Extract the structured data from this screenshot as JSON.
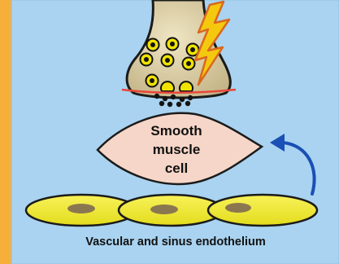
{
  "diagram": {
    "cell_label_lines": [
      "Smooth",
      "muscle",
      "cell"
    ],
    "endothelium_label": "Vascular and sinus endothelium"
  },
  "colors": {
    "frame": "#f6b03a",
    "panel": "#a9d3f0",
    "nerve_terminal": "#ddd0a3",
    "vesicle_fill": "#f0e300",
    "vesicle_core": "#141414",
    "membrane": "#e8473a",
    "smooth_muscle_cell": "#f6d6c8",
    "endothelial_cell": "#f2ec2c",
    "nucleus": "#8a7750",
    "arrow": "#1a4fb5",
    "lightning": "#f5c810"
  },
  "icons": [
    "lightning-bolt-icon",
    "curved-arrow-icon"
  ]
}
